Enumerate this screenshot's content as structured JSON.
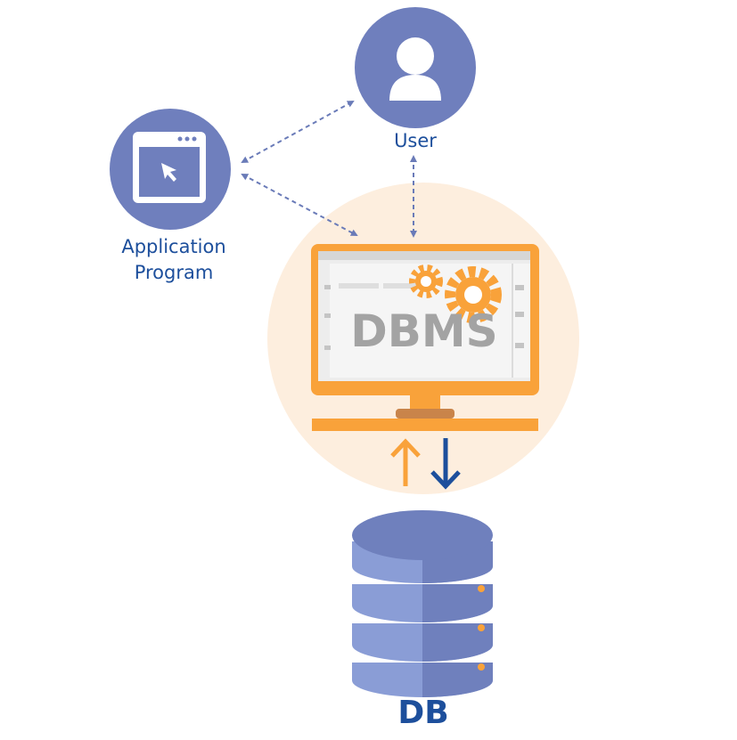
{
  "nodes": {
    "user": {
      "label": "User"
    },
    "application": {
      "label_line1": "Application",
      "label_line2": "Program"
    },
    "dbms": {
      "label": "DBMS"
    },
    "db": {
      "label": "DB"
    }
  },
  "colors": {
    "node_blue": "#6f7fbd",
    "label_blue": "#1d4f9c",
    "dbms_orange": "#f9a23a",
    "halo": "#fdeede",
    "db_top": "#6f80bd",
    "db_body": "#8a9dd6",
    "arrow_dashed": "#6a7bb8"
  },
  "icons": {
    "user": "person-icon",
    "application": "browser-window-cursor-icon",
    "dbms": "monitor-gears-icon",
    "db": "database-cylinder-icon"
  }
}
